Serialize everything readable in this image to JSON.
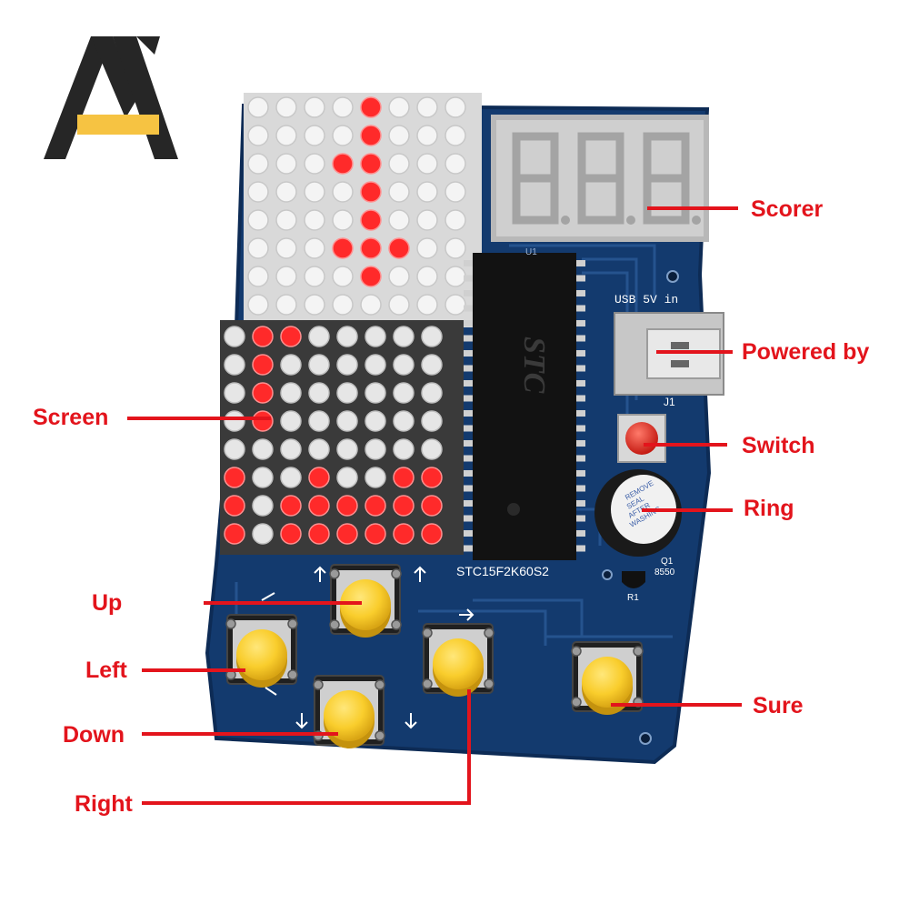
{
  "logo": {
    "name": "brand-logo-icon",
    "primary_color": "#262626",
    "accent_color": "#f6c342"
  },
  "board": {
    "pcb_color": "#133a6e",
    "display_digits": "8.8.8.",
    "ic_chip": {
      "top_text": "STC",
      "bottom_text": "STC15F2K60S2",
      "label_u1": "U1"
    },
    "usb_label": "USB 5V in",
    "usb_ref": "J1",
    "buzzer_text": [
      "REMOVE",
      "SEAL",
      "AFTER",
      "WASHING"
    ],
    "transistor": {
      "ref": "Q1",
      "part": "8550",
      "resistor_ref": "R1"
    },
    "led_color_on": "#ff2a2a",
    "led_color_off": "#f4f4f4",
    "button_color": "#f9cd2c"
  },
  "callouts": {
    "scorer": "Scorer",
    "powered_by": "Powered by",
    "screen": "Screen",
    "switch": "Switch",
    "ring": "Ring",
    "up": "Up",
    "left": "Left",
    "down": "Down",
    "right": "Right",
    "sure": "Sure"
  },
  "line_color": "#e3141c"
}
